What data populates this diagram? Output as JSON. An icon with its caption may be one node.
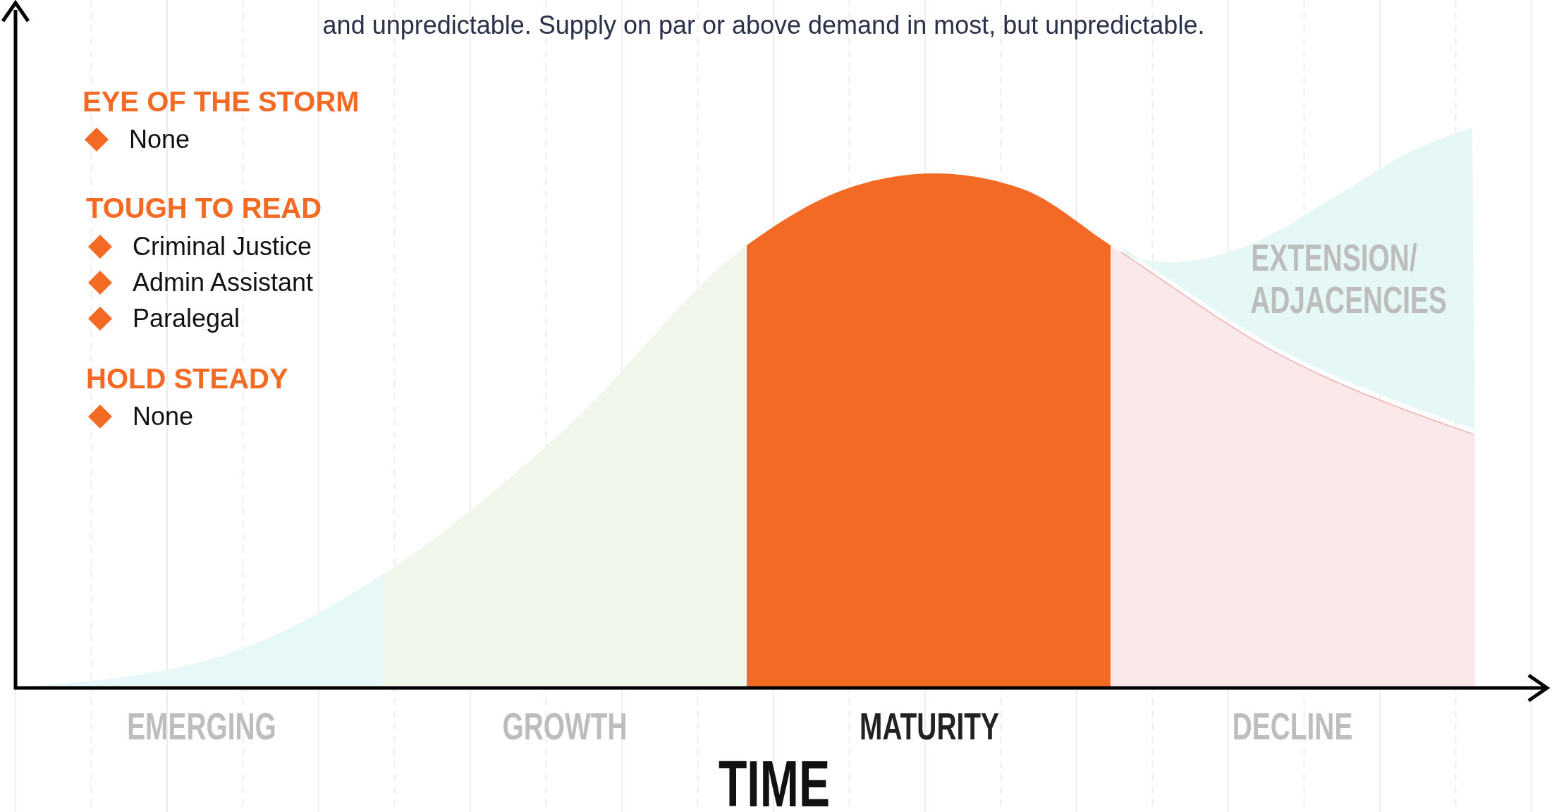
{
  "diagram": {
    "labels": [
      "and unpredictable. Supply on par or above demand in most, but unpredictable.",
      "EYE OF THE STORM",
      "None",
      "TOUGH TO READ",
      "Criminal Justice",
      "Admin Assistant",
      "Paralegal",
      "HOLD STEADY",
      "None",
      "EXTENSION/ ADJACENCIES",
      "EMERGING",
      "GROWTH",
      "MATURITY",
      "DECLINE",
      "TIME"
    ]
  }
}
